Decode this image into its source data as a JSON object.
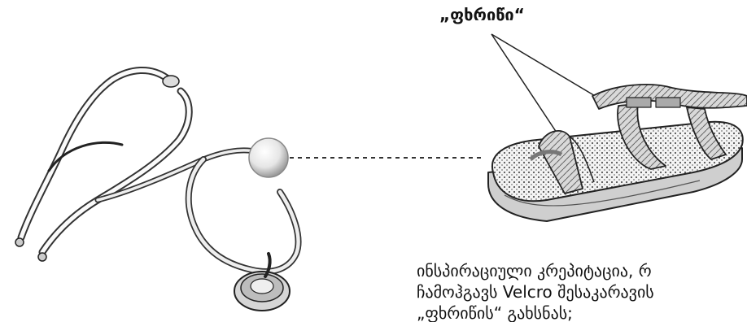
{
  "label": "„ფხრიწი“",
  "caption": {
    "line1": "ინსპირაციული კრეპიტაცია, რ",
    "line2": "ჩამოჰგავს Velcro შესაკარავის",
    "line3": "„ფხრიწის“ გახსნას;"
  },
  "images": {
    "left": "stethoscope-illustration",
    "right": "sandal-with-velcro-straps"
  }
}
